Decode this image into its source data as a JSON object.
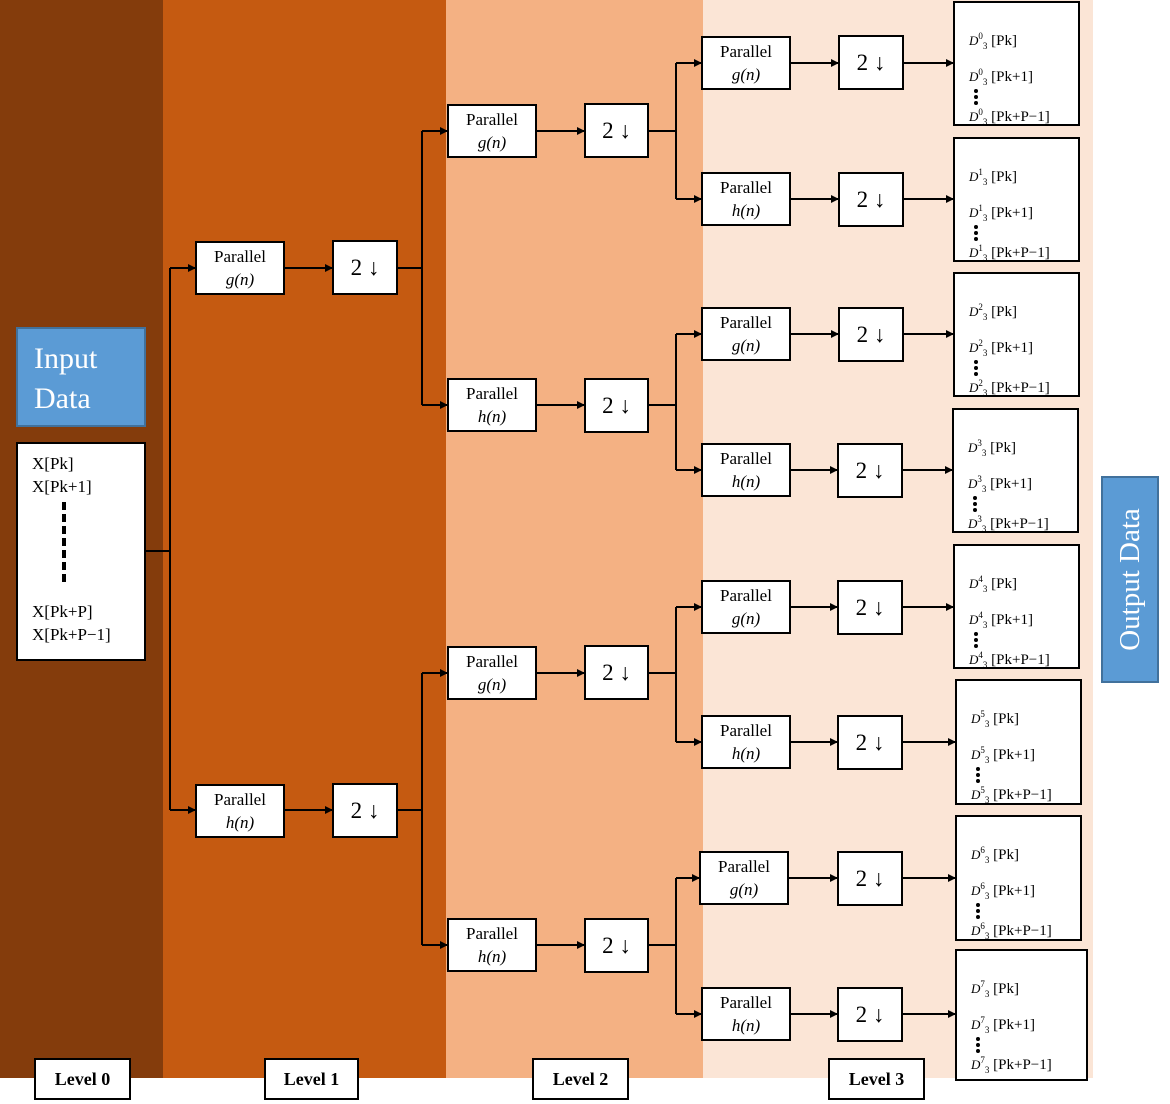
{
  "bands": {
    "level0": "#843c0c",
    "level1": "#c55a11",
    "level2": "#f4b183",
    "level3": "#fbe5d6"
  },
  "input": {
    "title_line1": "Input",
    "title_line2": "Data",
    "items": [
      "X[Pk]",
      "X[Pk+1]",
      "X[Pk+P]",
      "X[Pk+P−1]"
    ]
  },
  "output": {
    "title": "Output Data"
  },
  "filters": {
    "parallel": "Parallel",
    "g": "g(n)",
    "h": "h(n)",
    "downsample": "2 ↓"
  },
  "outputs": {
    "symbol": "D",
    "level_sub": "3",
    "sups": [
      "0",
      "1",
      "2",
      "3",
      "4",
      "5",
      "6",
      "7"
    ],
    "rows": [
      "[Pk]",
      "[Pk+1]",
      "[Pk+P−1]"
    ]
  },
  "levels": [
    "Level 0",
    "Level 1",
    "Level 2",
    "Level 3"
  ]
}
